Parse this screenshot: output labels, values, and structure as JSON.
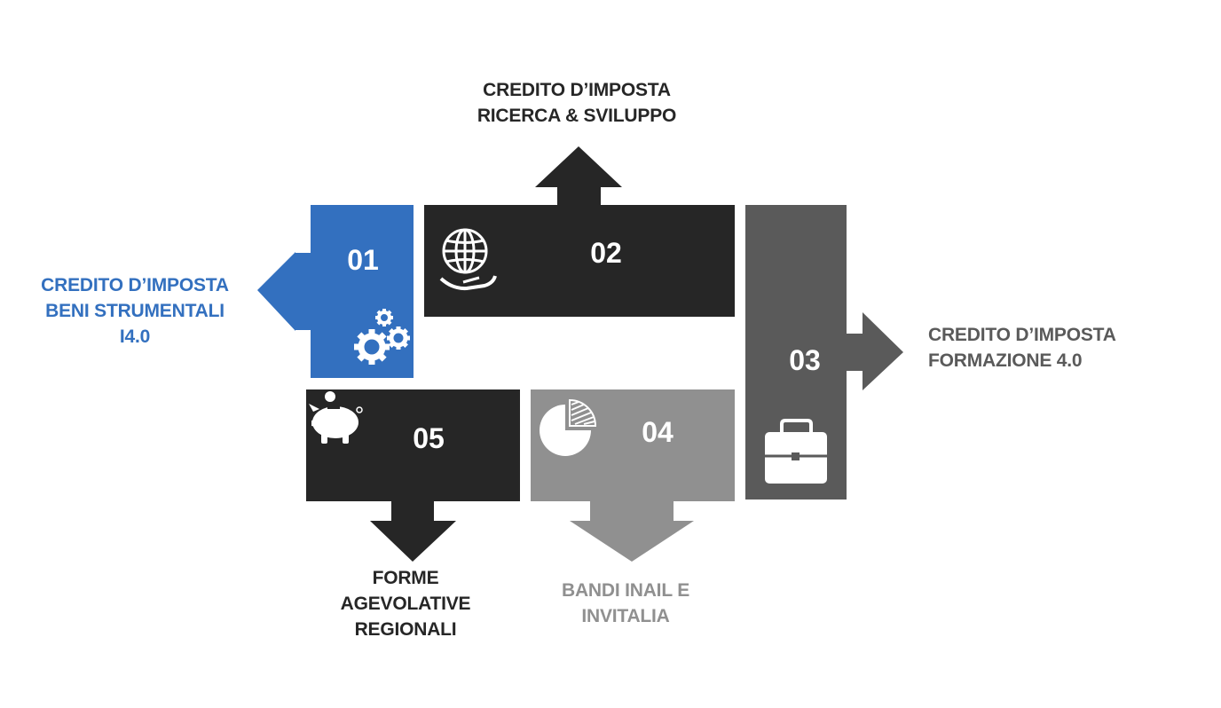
{
  "colors": {
    "blue": "#3370BF",
    "black": "#262626",
    "darkgray": "#5A5A5A",
    "lightgray": "#909090",
    "white": "#FFFFFF"
  },
  "steps": [
    {
      "number": "01",
      "label_lines": [
        "CREDITO D’IMPOSTA",
        "BENI STRUMENTALI",
        "I4.0"
      ],
      "icon": "gears-icon",
      "color": "#3370BF"
    },
    {
      "number": "02",
      "label_lines": [
        "CREDITO D’IMPOSTA",
        "RICERCA & SVILUPPO"
      ],
      "icon": "globe-hand-icon",
      "color": "#262626"
    },
    {
      "number": "03",
      "label_lines": [
        "CREDITO D’IMPOSTA",
        "FORMAZIONE 4.0"
      ],
      "icon": "briefcase-icon",
      "color": "#5A5A5A"
    },
    {
      "number": "04",
      "label_lines": [
        "BANDI INAIL E",
        "INVITALIA"
      ],
      "icon": "pie-chart-icon",
      "color": "#909090"
    },
    {
      "number": "05",
      "label_lines": [
        "FORME",
        "AGEVOLATIVE",
        "REGIONALI"
      ],
      "icon": "piggy-bank-icon",
      "color": "#262626"
    }
  ]
}
